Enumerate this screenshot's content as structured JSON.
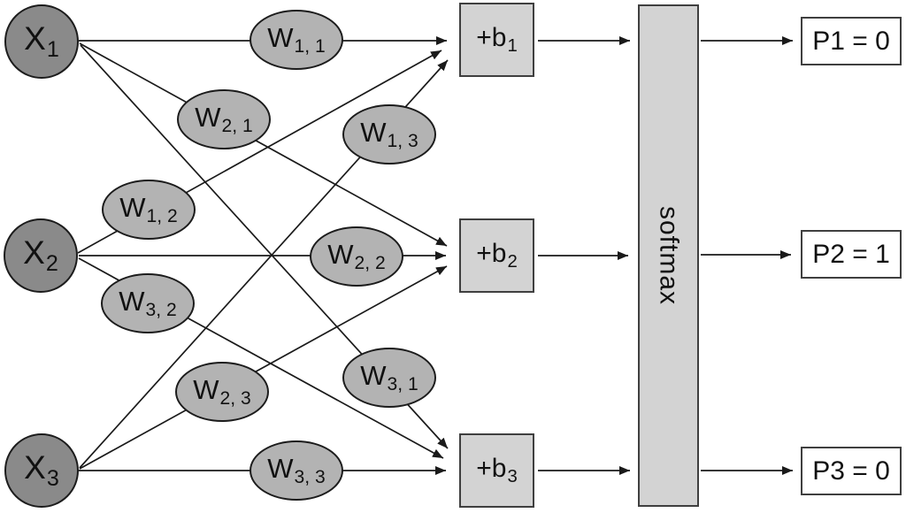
{
  "diagram": {
    "inputs": [
      {
        "main": "X",
        "sub": "1"
      },
      {
        "main": "X",
        "sub": "2"
      },
      {
        "main": "X",
        "sub": "3"
      }
    ],
    "weights": [
      {
        "main": "W",
        "sub": "1, 1"
      },
      {
        "main": "W",
        "sub": "2, 1"
      },
      {
        "main": "W",
        "sub": "1, 3"
      },
      {
        "main": "W",
        "sub": "1, 2"
      },
      {
        "main": "W",
        "sub": "2, 2"
      },
      {
        "main": "W",
        "sub": "3, 2"
      },
      {
        "main": "W",
        "sub": "3, 1"
      },
      {
        "main": "W",
        "sub": "2, 3"
      },
      {
        "main": "W",
        "sub": "3, 3"
      }
    ],
    "biases": [
      {
        "main": "+b",
        "sub": "1"
      },
      {
        "main": "+b",
        "sub": "2"
      },
      {
        "main": "+b",
        "sub": "3"
      }
    ],
    "activation": {
      "label": "softmax"
    },
    "outputs": [
      {
        "label": "P1 = 0"
      },
      {
        "label": "P2 = 1"
      },
      {
        "label": "P3 = 0"
      }
    ],
    "colors": {
      "input_fill": "#8a8a8a",
      "weight_fill": "#b3b3b3",
      "box_fill": "#d3d3d3",
      "output_fill": "#ffffff",
      "line": "#1a1a1a"
    }
  }
}
